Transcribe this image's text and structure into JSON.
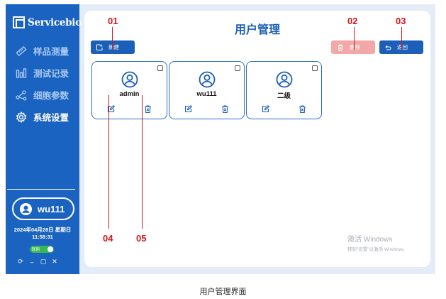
{
  "app": {
    "logo_text": "Servicebio"
  },
  "sidebar": {
    "items": [
      {
        "label": "样品测量",
        "icon": "ruler-icon",
        "active": false
      },
      {
        "label": "测试记录",
        "icon": "bar-chart-icon",
        "active": false
      },
      {
        "label": "细胞参数",
        "icon": "share-nodes-icon",
        "active": false
      },
      {
        "label": "系统设置",
        "icon": "gear-icon",
        "active": true
      }
    ],
    "user": {
      "name": "wu111",
      "icon": "user-circle-icon"
    },
    "date": "2024年04月28日 星期日",
    "time": "11:58:31",
    "toggle_label": "联网",
    "window_controls": [
      "⟳",
      "–",
      "▢",
      "✕"
    ]
  },
  "main": {
    "title": "用户管理",
    "buttons": {
      "new": "新建",
      "delete": "删除",
      "back": "返回"
    },
    "users": [
      {
        "name": "admin"
      },
      {
        "name": "wu111"
      },
      {
        "name": "二级"
      }
    ],
    "watermark": {
      "line1": "激活 Windows",
      "line2": "转到\"设置\"以激活 Windows。"
    }
  },
  "annotations": {
    "labels": [
      "01",
      "02",
      "03",
      "04",
      "05"
    ],
    "color": "#d5161c"
  },
  "colors": {
    "sidebar": "#1b63c1",
    "primary": "#1b5fb8",
    "danger_disabled": "#f3a7a7",
    "toggle_on": "#35b855"
  },
  "caption": "用户管理界面"
}
